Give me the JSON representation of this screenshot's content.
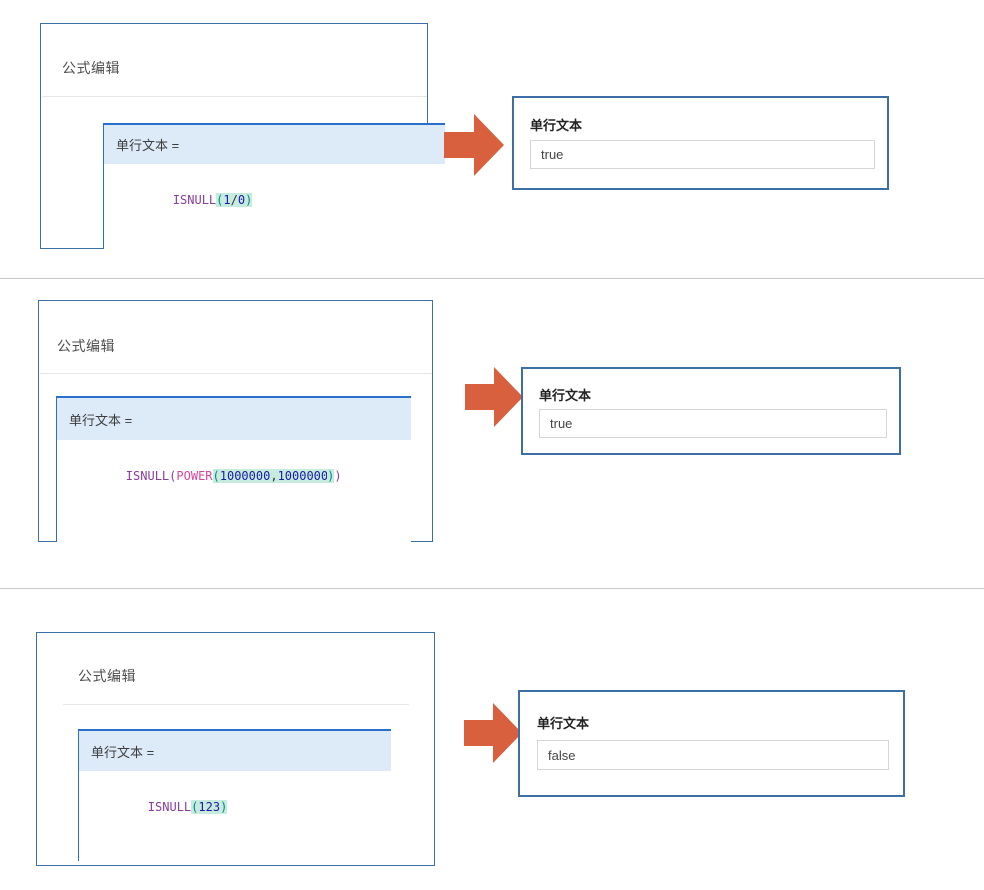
{
  "page": {
    "background": "#ffffff",
    "accent_blue": "#3d6fa5",
    "editor_top_blue": "#2a6fc9",
    "header_fill": "#ddebf9",
    "arrow_color": "#d8603e",
    "separator_color": "#c9c9c9"
  },
  "rows": [
    {
      "editor": {
        "title": "公式编辑",
        "field_label": "单行文本 =",
        "formula": "ISNULL(1/0)",
        "tokens": [
          {
            "text": "ISNULL",
            "kind": "fn"
          },
          {
            "text": "(",
            "kind": "paren"
          },
          {
            "text": "1",
            "kind": "num"
          },
          {
            "text": "/",
            "kind": "op"
          },
          {
            "text": "0",
            "kind": "num"
          },
          {
            "text": ")",
            "kind": "paren"
          }
        ]
      },
      "arrow": {
        "icon": "arrow-right-icon"
      },
      "result": {
        "label": "单行文本",
        "value": "true"
      }
    },
    {
      "editor": {
        "title": "公式编辑",
        "field_label": "单行文本 =",
        "formula": "ISNULL(POWER(1000000,1000000))",
        "tokens": [
          {
            "text": "ISNULL",
            "kind": "fn"
          },
          {
            "text": "(",
            "kind": "outer"
          },
          {
            "text": "POWER",
            "kind": "fn2"
          },
          {
            "text": "(",
            "kind": "paren"
          },
          {
            "text": "1000000",
            "kind": "num"
          },
          {
            "text": ",",
            "kind": "op"
          },
          {
            "text": "1000000",
            "kind": "num"
          },
          {
            "text": "|caret|",
            "kind": "caret"
          },
          {
            "text": ")",
            "kind": "paren"
          },
          {
            "text": ")",
            "kind": "outer"
          }
        ]
      },
      "arrow": {
        "icon": "arrow-right-icon"
      },
      "result": {
        "label": "单行文本",
        "value": "true"
      }
    },
    {
      "editor": {
        "title": "公式编辑",
        "field_label": "单行文本 =",
        "formula": "ISNULL(123)",
        "tokens": [
          {
            "text": "ISNULL",
            "kind": "fn"
          },
          {
            "text": "(",
            "kind": "paren"
          },
          {
            "text": "123",
            "kind": "num"
          },
          {
            "text": ")",
            "kind": "paren"
          }
        ]
      },
      "arrow": {
        "icon": "arrow-right-icon"
      },
      "result": {
        "label": "单行文本",
        "value": "false"
      }
    }
  ]
}
